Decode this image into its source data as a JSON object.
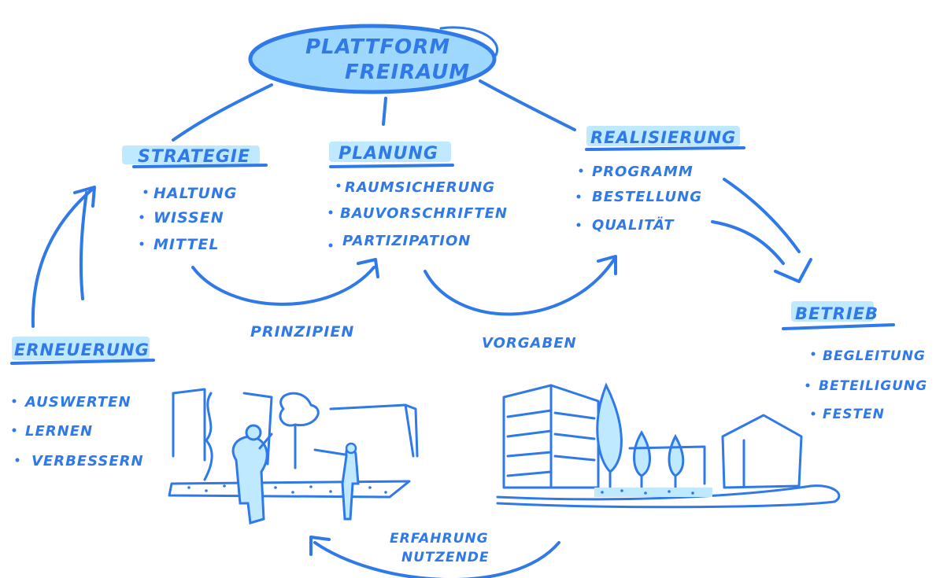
{
  "colors": {
    "ink": "#2f79e8",
    "highlight": "#bfe9ff",
    "platform_fill": "#9fd8ff"
  },
  "center": {
    "line1": "PLATTFORM",
    "line2": "FREIRAUM"
  },
  "strategie": {
    "title": "STRATEGIE",
    "items": [
      "HALTUNG",
      "WISSEN",
      "MITTEL"
    ]
  },
  "planung": {
    "title": "PLANUNG",
    "items": [
      "RAUMSICHERUNG",
      "BAUVORSCHRIFTEN",
      "PARTIZIPATION"
    ]
  },
  "realisierung": {
    "title": "REALISIERUNG",
    "items": [
      "PROGRAMM",
      "BESTELLUNG",
      "QUALITÄT"
    ]
  },
  "betrieb": {
    "title": "BETRIEB",
    "items": [
      "BEGLEITUNG",
      "BETEILIGUNG",
      "FESTEN"
    ]
  },
  "erneuerung": {
    "title": "ERNEUERUNG",
    "items": [
      "AUSWERTEN",
      "LERNEN",
      "VERBESSERN"
    ]
  },
  "arrows": {
    "prinzipien": "PRINZIPIEN",
    "vorgaben": "VORGABEN",
    "erfahrung_line1": "ERFAHRUNG",
    "erfahrung_line2": "NUTZENDE"
  }
}
